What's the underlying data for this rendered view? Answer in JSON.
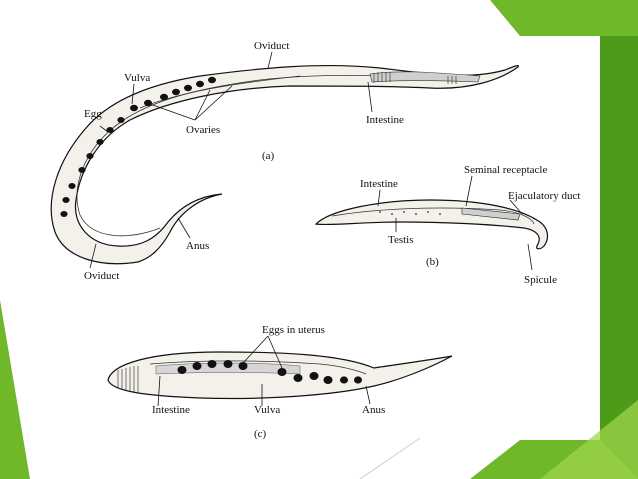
{
  "colors": {
    "background": "#ffffff",
    "green_dark": "#4e9b1a",
    "green_mid": "#6fb82a",
    "green_light": "#9fd44a",
    "ink": "#111111",
    "body_fill": "#f3f1ea",
    "egg_fill": "#111111"
  },
  "diagram": {
    "panel_a": {
      "caption": "(a)",
      "labels": {
        "oviduct_top": "Oviduct",
        "vulva": "Vulva",
        "egg": "Egg",
        "ovaries": "Ovaries",
        "intestine": "Intestine",
        "anus": "Anus",
        "oviduct_bottom": "Oviduct"
      }
    },
    "panel_b": {
      "caption": "(b)",
      "labels": {
        "intestine": "Intestine",
        "seminal_receptacle": "Seminal receptacle",
        "ejaculatory_duct": "Ejaculatory duct",
        "testis": "Testis",
        "spicule": "Spicule"
      }
    },
    "panel_c": {
      "caption": "(c)",
      "labels": {
        "eggs_in_uterus": "Eggs in uterus",
        "intestine": "Intestine",
        "vulva": "Vulva",
        "anus": "Anus"
      }
    }
  }
}
